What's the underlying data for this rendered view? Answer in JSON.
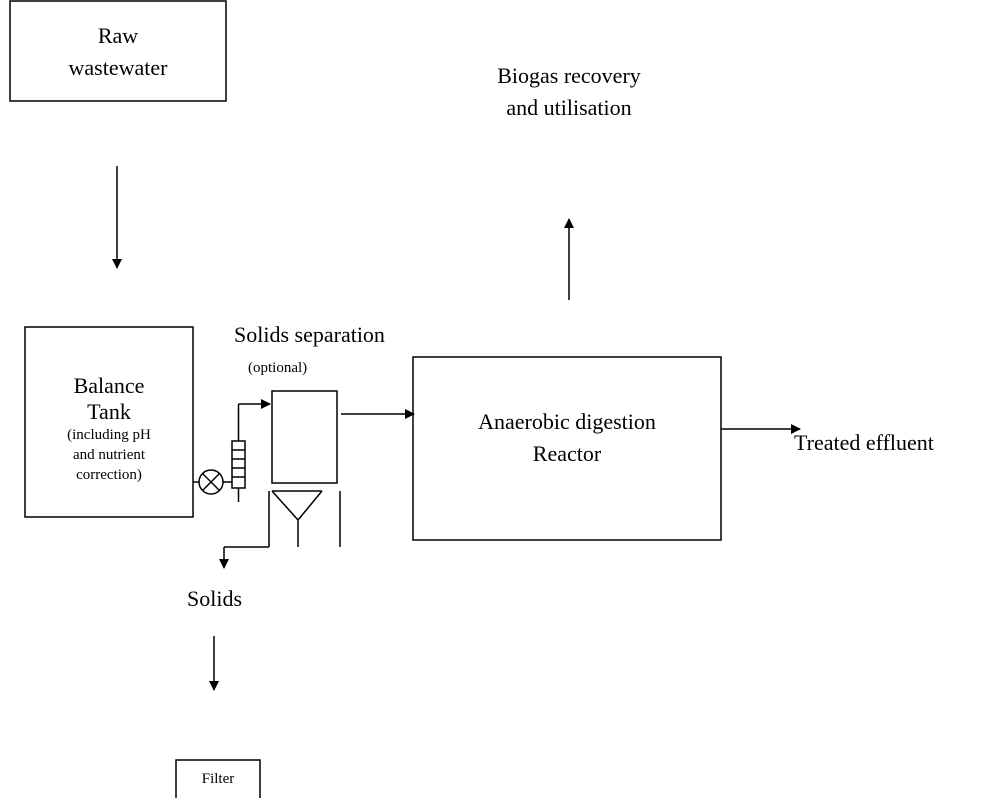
{
  "nodes": {
    "raw_wastewater": {
      "line1": "Raw",
      "line2": "wastewater"
    },
    "balance_tank": {
      "line1": "Balance",
      "line2": "Tank",
      "line3": "(including pH",
      "line4": "and nutrient",
      "line5": "correction)"
    },
    "solids_separation": {
      "title": "Solids separation",
      "note": "(optional)"
    },
    "reactor": {
      "line1": "Anaerobic digestion",
      "line2": "Reactor"
    },
    "biogas": {
      "line1": "Biogas recovery",
      "line2": "and utilisation"
    },
    "treated_effluent": {
      "label": "Treated effluent"
    },
    "solids": {
      "label": "Solids"
    },
    "filter": {
      "label": "Filter"
    }
  }
}
